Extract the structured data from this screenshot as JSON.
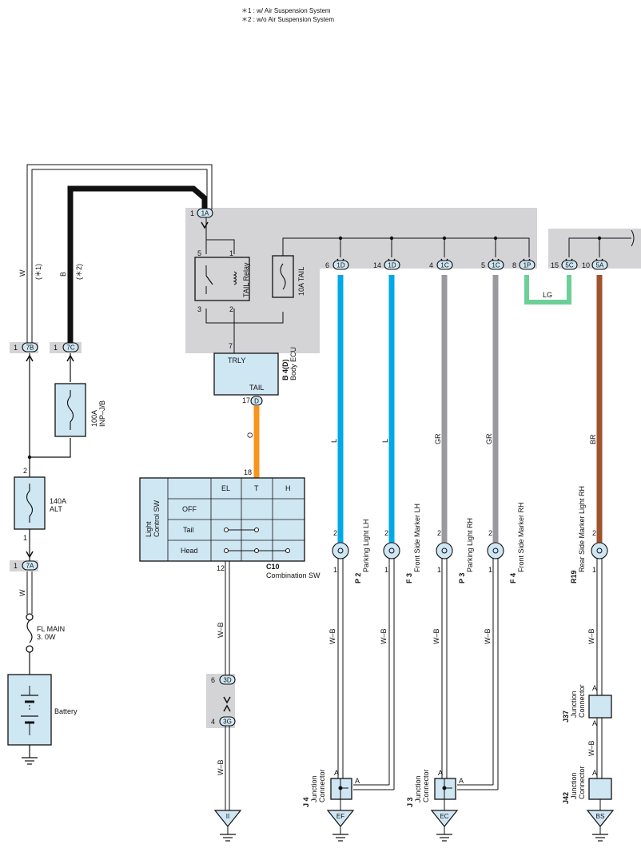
{
  "notes": [
    "＊1 : w/ Air Suspension System",
    "＊2 : w/o Air Suspension System"
  ],
  "wires": {
    "w": "W",
    "b": "B",
    "star1": "(＊1)",
    "star2": "(＊2)",
    "o": "O",
    "l1": "L",
    "l2": "L",
    "gr1": "GR",
    "gr2": "GR",
    "lg": "LG",
    "br": "BR",
    "wb_comb1": "W–B",
    "wb_comb2": "W–B",
    "wb_p2": "W–B",
    "wb_f3": "W–B",
    "wb_p3": "W–B",
    "wb_f4": "W–B",
    "wb_r19": "W–B",
    "wb_j37": "W–B",
    "w_batt": "W"
  },
  "connectors": {
    "c1a": "1A",
    "c7b": "7B",
    "c7c": "7C",
    "c7a": "7A",
    "c6_1d": "1D",
    "c14_1d": "1D",
    "c4_1c": "1C",
    "c5_1c": "1C",
    "c8_1p": "1P",
    "c15_5c": "5C",
    "c10_5a": "5A",
    "c3d": "3D",
    "c3g": "3G",
    "d": "D"
  },
  "pins": {
    "p1a": "1",
    "p7b": "1",
    "p7c": "1",
    "p7a": "1",
    "p2alt": "2",
    "p1alt": "1",
    "r5": "5",
    "r1": "1",
    "r3": "3",
    "r2": "2",
    "r7": "7",
    "p6": "6",
    "p14": "14",
    "p4": "4",
    "p5": "5",
    "p8": "8",
    "p15": "15",
    "p10": "10",
    "p17": "17",
    "p18": "18",
    "p12": "12",
    "p6d": "6",
    "p4g": "4",
    "l2a": "2",
    "l1a": "1",
    "l2b": "2",
    "l1b": "1",
    "l2c": "2",
    "l1c": "1",
    "l2d": "2",
    "l1d": "1",
    "l2e": "2",
    "l1e": "1",
    "ja1": "A",
    "ja2": "A",
    "ja3": "A",
    "ja4": "A",
    "ja5": "A",
    "ja6": "A",
    "ja7": "A"
  },
  "components": {
    "tail_relay": "TAIL Relay",
    "tail_fuse": "10A TAIL",
    "trly": "TRLY",
    "tail": "TAIL",
    "body_ecu_code": "B 4(D)",
    "body_ecu": "Body ECU",
    "inp_fuse": "100A\nINP–J/B",
    "alt_fuse": "140A\nALT",
    "fl_main_1": "FL MAIN",
    "fl_main_2": "3. 0W",
    "battery": "Battery",
    "comb_code": "C10",
    "comb_name": "Combination SW",
    "light_sw": "Light\nControl SW",
    "p2_code": "P 2",
    "p2_name": "Parking Light LH",
    "f3_code": "F 3",
    "f3_name": "Front Side Marker LH",
    "p3_code": "P 3",
    "p3_name": "Parking Light RH",
    "f4_code": "F 4",
    "f4_name": "Front Side Marker RH",
    "r19_code": "R19",
    "r19_name": "Rear Side Marker Light RH",
    "j4_code": "J 4",
    "j3_code": "J 3",
    "j37_code": "J37",
    "j42_code": "J42",
    "junction": "Junction\nConnector",
    "ground_ii": "II",
    "ground_ef": "EF",
    "ground_ec": "EC",
    "ground_bs": "BS"
  },
  "switch_table": {
    "headers": [
      "EL",
      "T",
      "H"
    ],
    "rows": [
      "OFF",
      "Tail",
      "Head"
    ]
  },
  "colors": {
    "L": "#00a8e8",
    "GR": "#9a9a9e",
    "O": "#f7941d",
    "LG": "#6ccf98",
    "BR": "#a0522d",
    "B": "#111111",
    "box": "#d4d4d6",
    "connector": "#cfe6f3"
  }
}
